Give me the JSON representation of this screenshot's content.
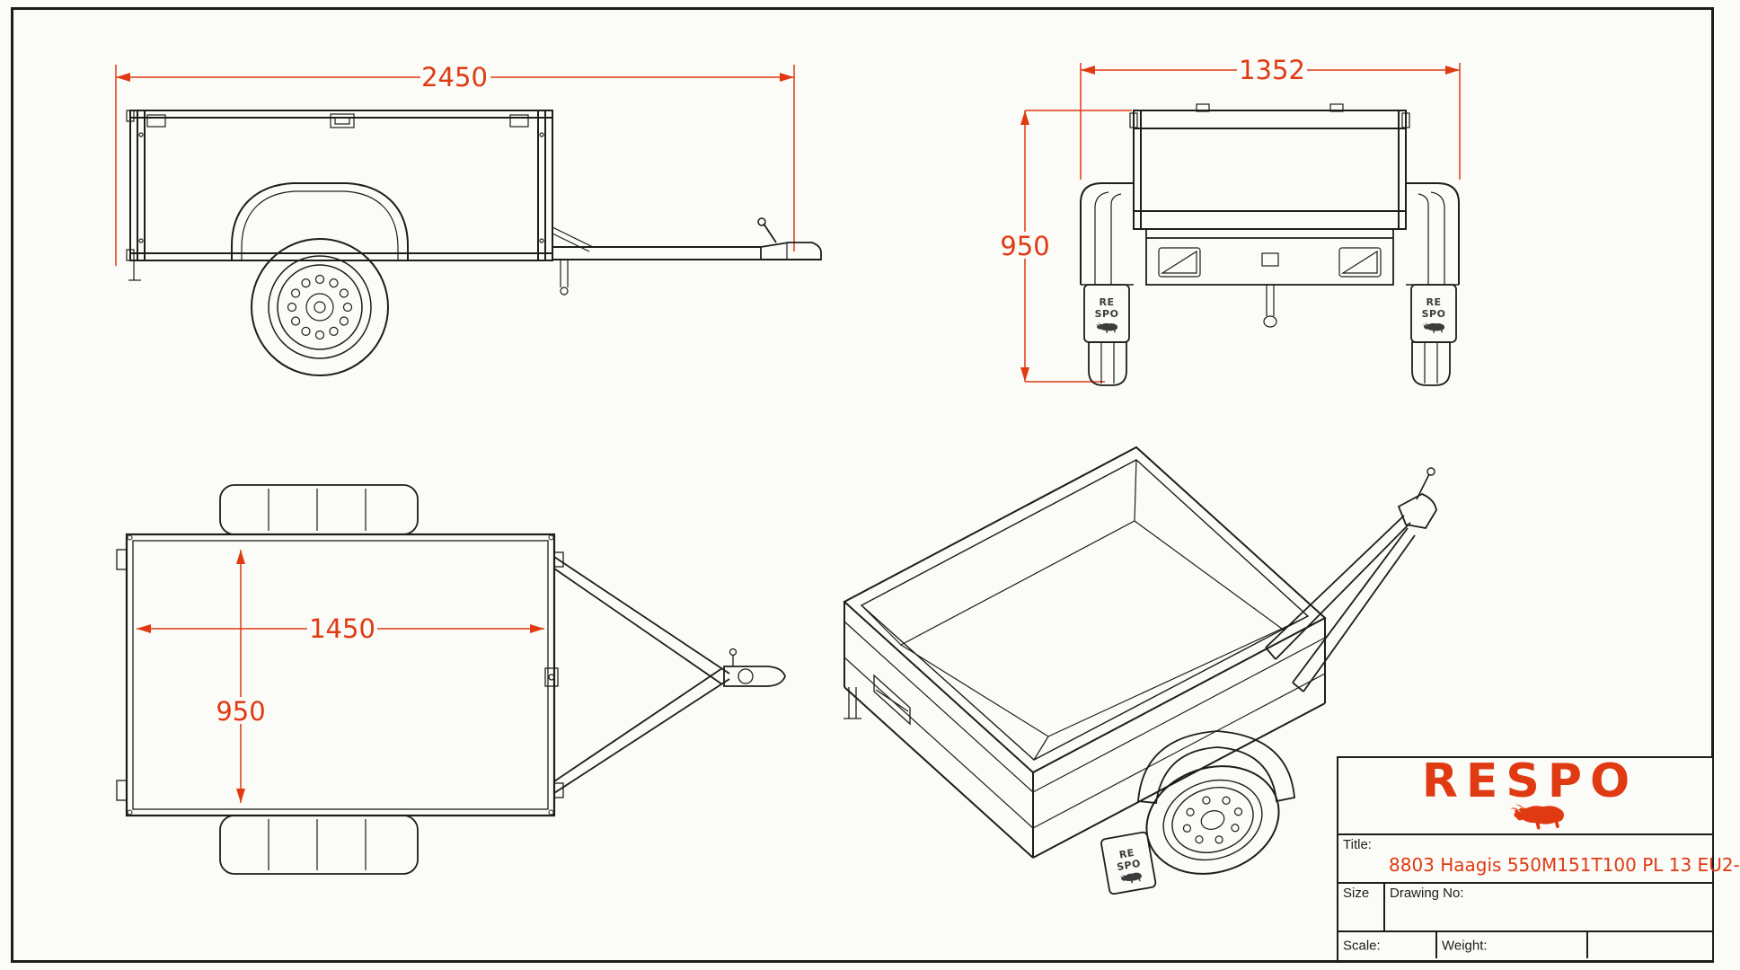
{
  "colors": {
    "dimension": "#e03a12",
    "brand": "#e03a12",
    "line": "#1d1d1b",
    "background": "#fbfbf8"
  },
  "dimensions": {
    "side_overall_length": "2450",
    "rear_overall_width": "1352",
    "rear_overall_height": "950",
    "top_inner_length": "1450",
    "top_inner_width": "950"
  },
  "branding": {
    "logo": "RESPO",
    "mudflap_top": "RE",
    "mudflap_bottom": "SPO"
  },
  "title_block": {
    "title_label": "Title:",
    "title_value": "8803 Haagis 550M151T100 PL 13 EU2-",
    "size_label": "Size",
    "drawing_no_label": "Drawing No:",
    "scale_label": "Scale:",
    "weight_label": "Weight:"
  }
}
